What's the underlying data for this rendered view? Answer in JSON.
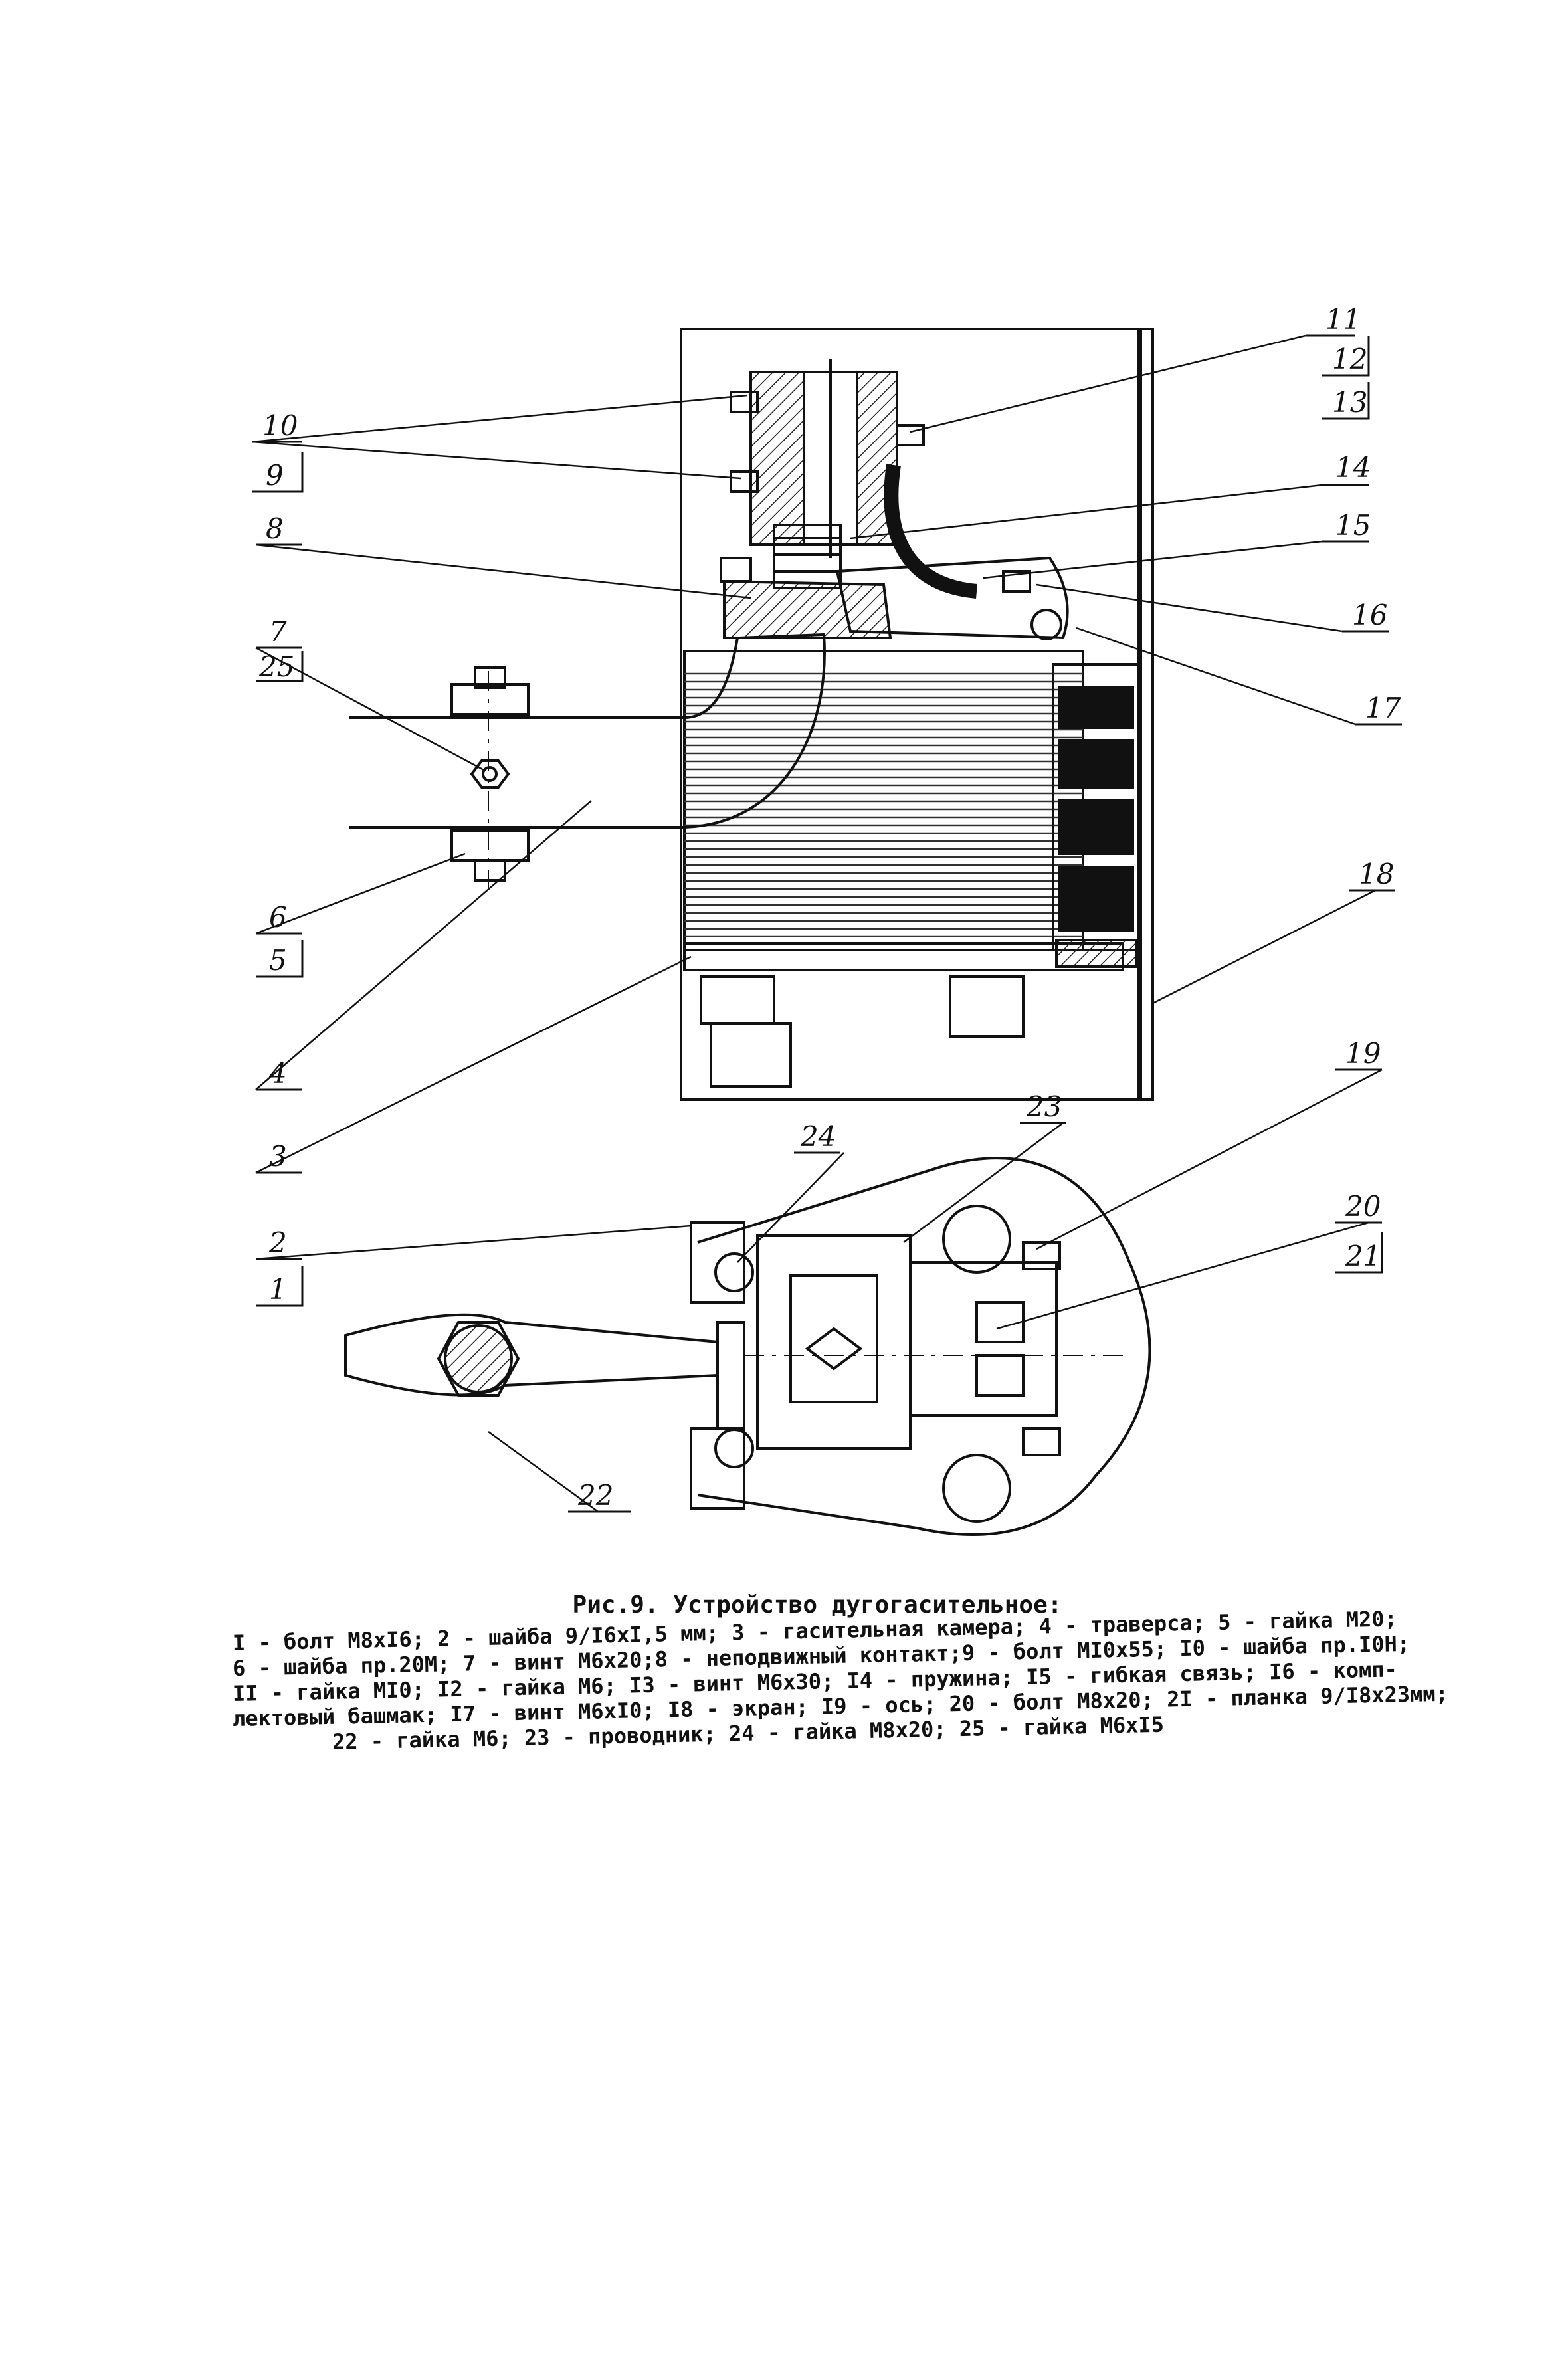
{
  "callouts": {
    "c1": "1",
    "c2": "2",
    "c3": "3",
    "c4": "4",
    "c5": "5",
    "c6": "6",
    "c7": "7",
    "c8": "8",
    "c9": "9",
    "c10": "10",
    "c11": "11",
    "c12": "12",
    "c13": "13",
    "c14": "14",
    "c15": "15",
    "c16": "16",
    "c17": "17",
    "c18": "18",
    "c19": "19",
    "c20": "20",
    "c21": "21",
    "c22": "22",
    "c23": "23",
    "c24": "24",
    "c25": "25"
  },
  "caption": {
    "title": "Рис.9. Устройство дугогасительное:",
    "lines": [
      "I - болт M8xI6; 2 - шайба 9/I6xI,5 мм; 3 - гасительная камера; 4 - траверса; 5 - гайка M20;",
      "6 - шайба пр.20M; 7 - винт M6x20;8 - неподвижный контакт;9 - болт MI0x55; I0 - шайба пр.I0H;",
      "II - гайка MI0; I2 - гайка M6; I3 - винт M6x30; I4 - пружина; I5 - гибкая связь; I6 - комп-",
      "лектовый башмак; I7 - винт M6xI0; I8 - экран; I9 - ось; 20 - болт M8x20; 2I - планка 9/I8x23мм;",
      "22 - гайка M6; 23 - проводник; 24 - гайка M8x20; 25 - гайка M6xI5"
    ]
  }
}
